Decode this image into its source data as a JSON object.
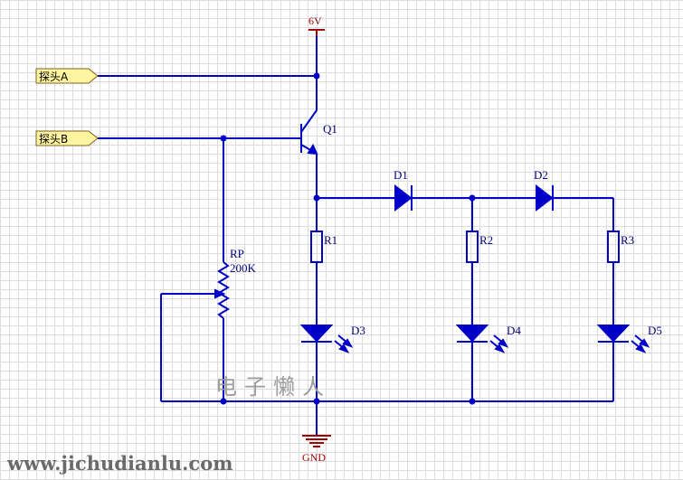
{
  "power": {
    "vcc_label": "6V",
    "gnd_label": "GND"
  },
  "ports": [
    {
      "label": "探头A"
    },
    {
      "label": "探头B"
    }
  ],
  "components": {
    "q1": "Q1",
    "d1": "D1",
    "d2": "D2",
    "r1": "R1",
    "r2": "R2",
    "r3": "R3",
    "rp": "RP",
    "rp_value": "200K",
    "d3": "D3",
    "d4": "D4",
    "d5": "D5"
  },
  "watermark": {
    "chinese": "电子懒人",
    "url": "www.jichudianlu.com"
  },
  "colors": {
    "wire": "#0000c8",
    "power": "#a00000",
    "port_fill": "#fff5a0"
  }
}
